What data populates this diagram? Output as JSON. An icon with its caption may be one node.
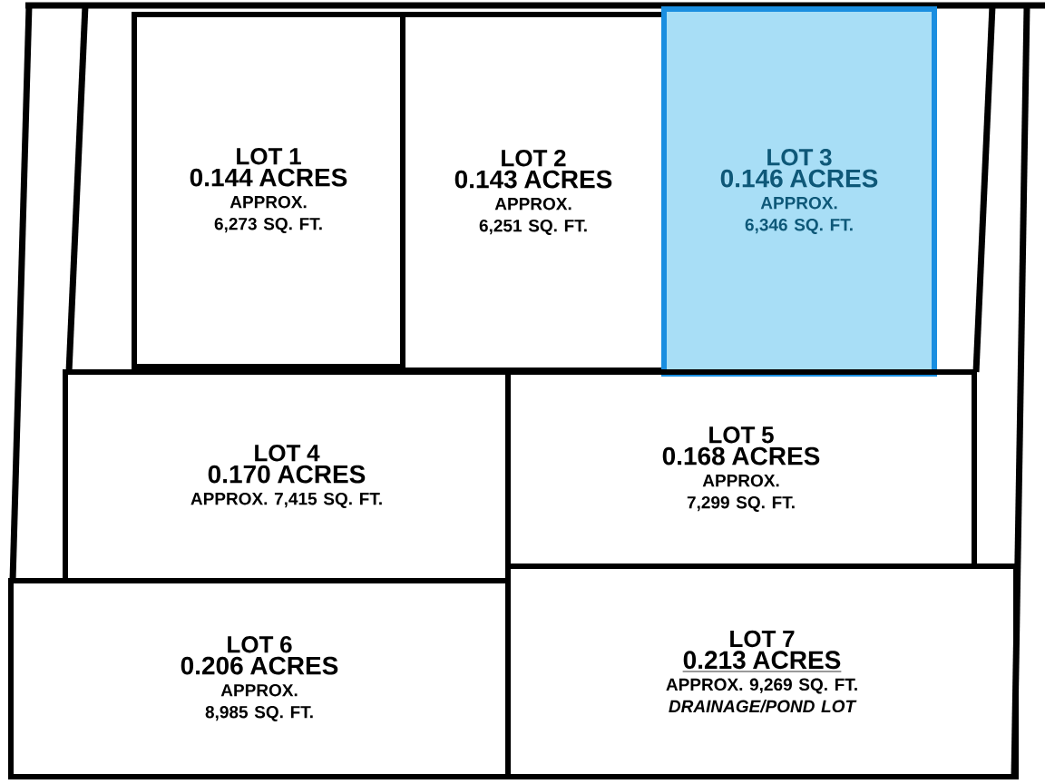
{
  "diagram": {
    "nodes": [
      {
        "text": [
          "LOT 1",
          "0.144 ACRES",
          "APPROX. 6,273 SQ. FT."
        ]
      },
      {
        "text": [
          "LOT 2",
          "0.143 ACRES",
          "APPROX. 6,251 SQ. FT."
        ]
      },
      {
        "text": [
          "LOT 3",
          "0.146 ACRES",
          "APPROX. 6,346 SQ. FT."
        ]
      },
      {
        "text": [
          "LOT 4",
          "0.170 ACRES",
          "APPROX. 7,415 SQ. FT."
        ]
      },
      {
        "text": [
          "LOT 5",
          "0.168 ACRES",
          "APPROX. 7,299 SQ. FT."
        ]
      },
      {
        "text": [
          "LOT 6",
          "0.206 ACRES",
          "APPROX. 8,985 SQ. FT."
        ]
      },
      {
        "text": [
          "LOT 7",
          "0.213 ACRES",
          "APPROX. 9,269 SQ. FT.",
          "DRAINAGE/POND LOT"
        ]
      }
    ]
  }
}
